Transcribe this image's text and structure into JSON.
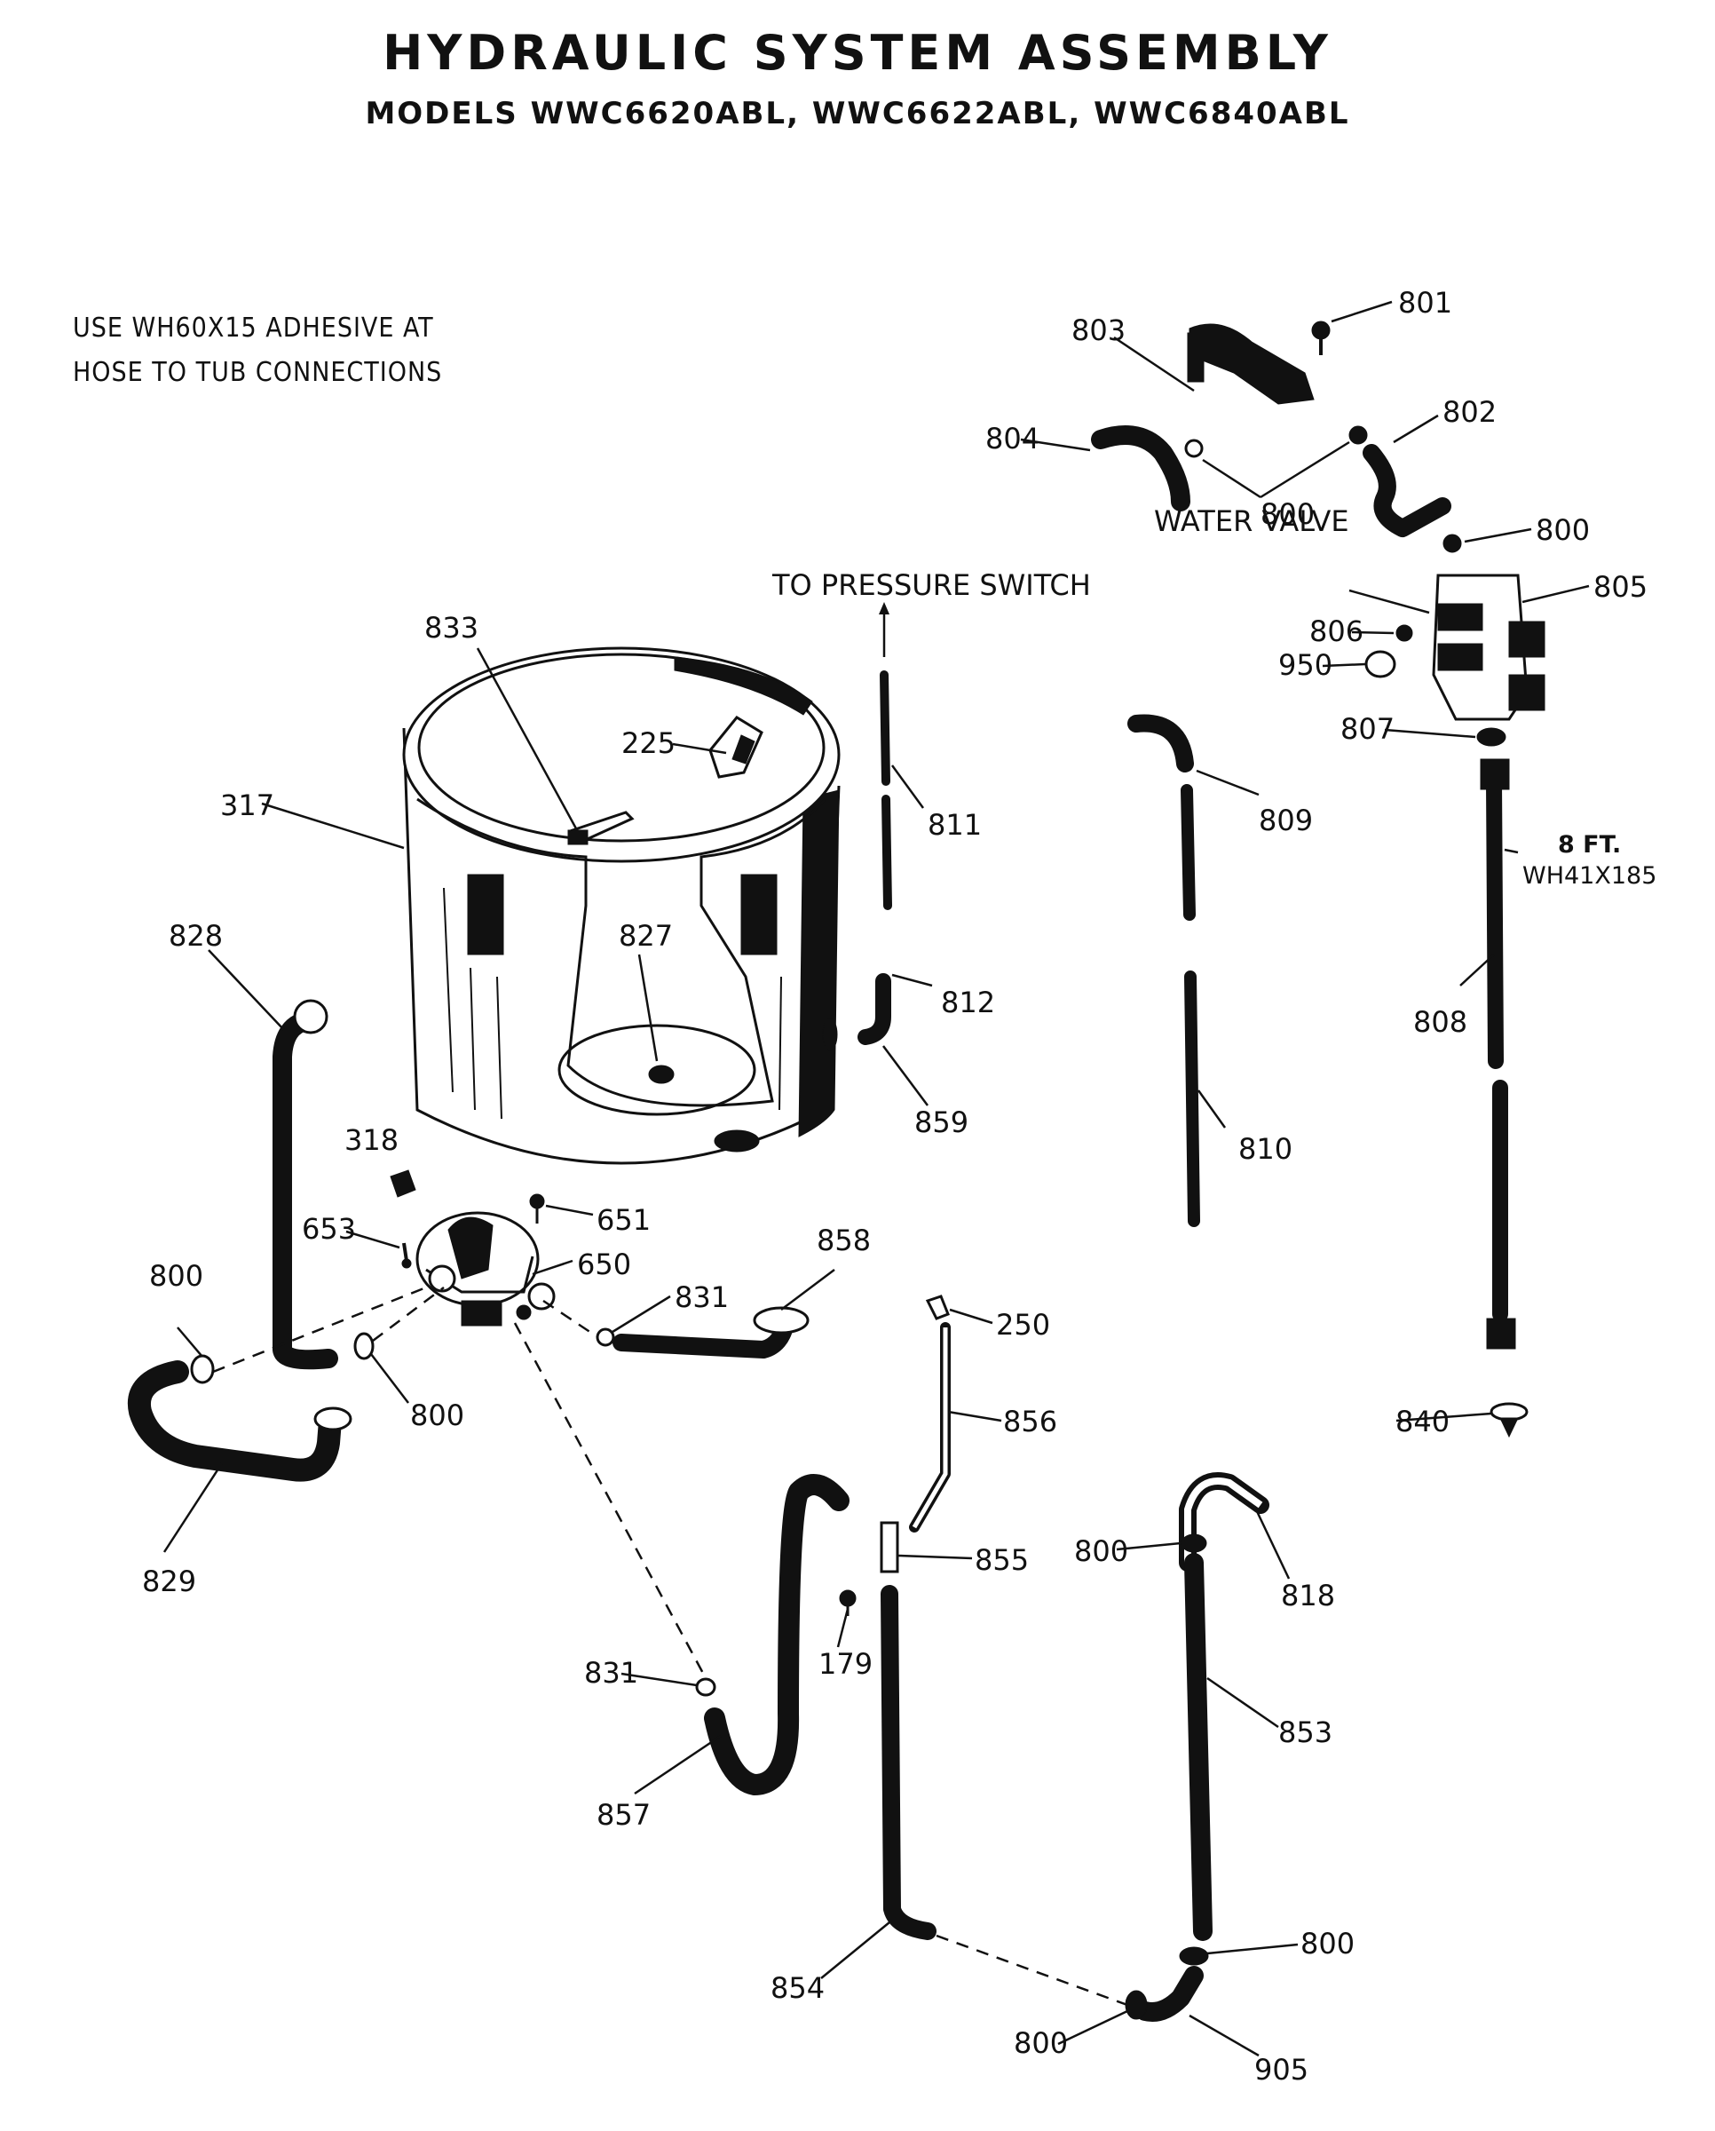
{
  "title": "HYDRAULIC SYSTEM ASSEMBLY",
  "subtitle": "MODELS WWC6620ABL, WWC6622ABL, WWC6840ABL",
  "note": {
    "line1": "USE WH60X15 ADHESIVE AT",
    "line2": "HOSE TO TUB CONNECTIONS"
  },
  "text_labels": {
    "water_valve": "WATER VALVE",
    "to_pressure_switch": "TO PRESSURE SWITCH",
    "hose_length": "8 FT.",
    "hose_part": "WH41X185"
  },
  "parts": {
    "p801": "801",
    "p803": "803",
    "p802": "802",
    "p804": "804",
    "p800_top": "800",
    "p800_valve": "800",
    "p805": "805",
    "p806": "806",
    "p950": "950",
    "p807": "807",
    "p833": "833",
    "p225": "225",
    "p811": "811",
    "p809": "809",
    "p317": "317",
    "p808": "808",
    "p828": "828",
    "p827": "827",
    "p812": "812",
    "p859": "859",
    "p810": "810",
    "p318": "318",
    "p651": "651",
    "p653": "653",
    "p650": "650",
    "p858": "858",
    "p800_left": "800",
    "p831_top": "831",
    "p250": "250",
    "p800_pump": "800",
    "p840": "840",
    "p856": "856",
    "p829": "829",
    "p800_mid": "800",
    "p818": "818",
    "p855": "855",
    "p179": "179",
    "p853": "853",
    "p831_bottom": "831",
    "p857": "857",
    "p800_low": "800",
    "p854": "854",
    "p800_bottom": "800",
    "p905": "905"
  }
}
